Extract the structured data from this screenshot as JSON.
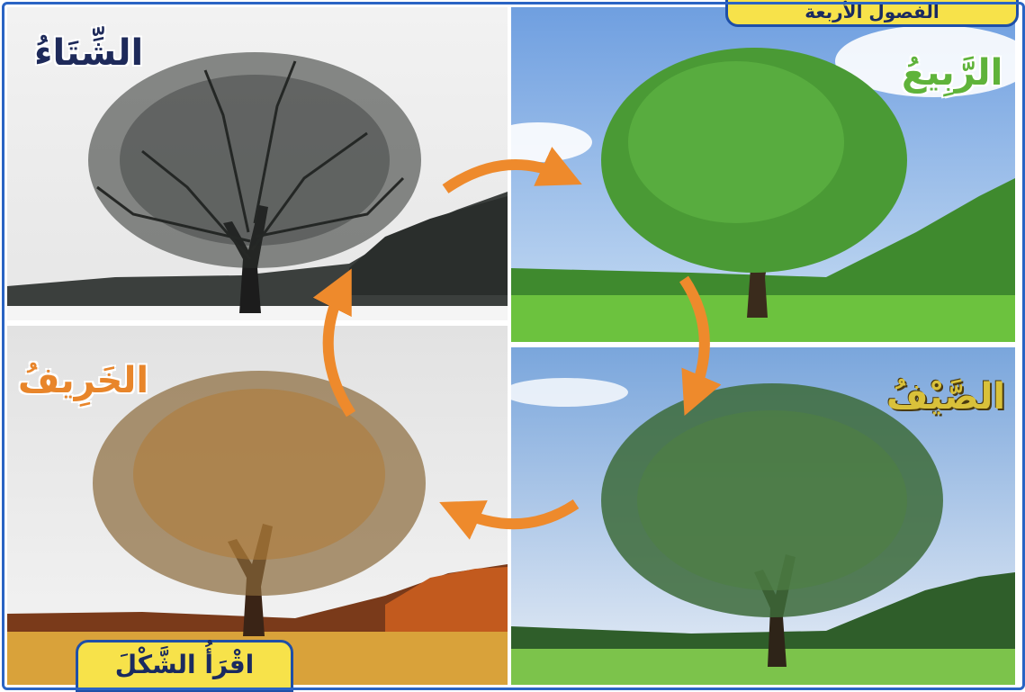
{
  "seasons": {
    "winter": "الشِّتَاءُ",
    "spring": "الرَّبِيعُ",
    "summer": "الصَّيْفُ",
    "autumn": "الخَرِيفُ"
  },
  "tabs": {
    "top": "الفصول الأربعة",
    "bottom": "اقْرَأُ الشَّكْلَ"
  },
  "colors": {
    "border": "#2a64c4",
    "tab_fill": "#f7e24a",
    "arrow": "#ee8a2c",
    "winter_label": "#1e2a5a",
    "spring_label": "#5fb33a",
    "summer_label": "#d9c13a",
    "autumn_label": "#e8852a"
  },
  "cycle_order": [
    "winter",
    "spring",
    "summer",
    "autumn"
  ]
}
